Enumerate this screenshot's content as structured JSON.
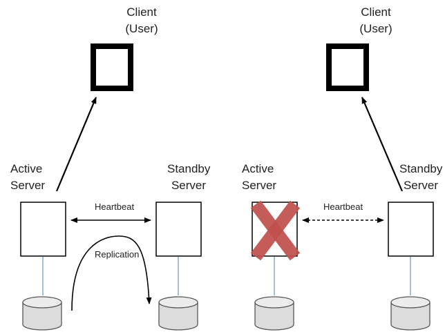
{
  "left_panel": {
    "client": {
      "line1": "Client",
      "line2": "(User)"
    },
    "active_server": {
      "line1": "Active",
      "line2": "Server"
    },
    "standby_server": {
      "line1": "Standby",
      "line2": "Server"
    },
    "heartbeat_label": "Heartbeat",
    "replication_label": "Replication"
  },
  "right_panel": {
    "client": {
      "line1": "Client",
      "line2": "(User)"
    },
    "active_server": {
      "line1": "Active",
      "line2": "Server",
      "status": "failed"
    },
    "standby_server": {
      "line1": "Standby",
      "line2": "Server"
    },
    "heartbeat_label": "Heartbeat",
    "heartbeat_style": "dashed"
  },
  "colors": {
    "failure_mark": "#c0504d",
    "disk_fill": "#dcdcdc",
    "connector_line": "#4a7ebb",
    "outline": "#000000"
  },
  "icons": [
    "client-terminal-icon",
    "server-box-icon",
    "database-disk-icon",
    "failure-x-icon"
  ]
}
